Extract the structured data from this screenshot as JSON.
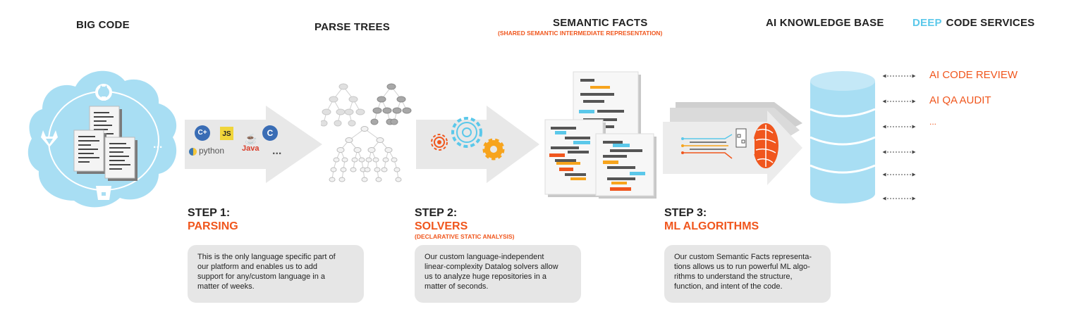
{
  "headers": {
    "big_code": "BIG CODE",
    "parse_trees": "PARSE TREES",
    "semantic_facts": "SEMANTIC FACTS",
    "semantic_facts_sub": "(SHARED SEMANTIC INTERMEDIATE REPRESENTATION)",
    "ai_knowledge_base": "AI KNOWLEDGE BASE",
    "deepcode_part1": "DEEP",
    "deepcode_part2": "CODE",
    "services": "SERVICES"
  },
  "steps": [
    {
      "label": "STEP 1:",
      "name": "PARSING",
      "sub": "",
      "description": "This is the only language specific part of\nour platform and enables us to add\nsupport for any/custom language in a\nmatter of weeks."
    },
    {
      "label": "STEP 2:",
      "name": "SOLVERS",
      "sub": "(DECLARATIVE STATIC ANALYSIS)",
      "description": "Our custom language-independent\nlinear-complexity Datalog solvers allow\nus to analyze huge repositories in a\nmatter of seconds."
    },
    {
      "label": "STEP 3:",
      "name": "ML ALGORITHMS",
      "sub": "",
      "description": "Our custom Semantic Facts representa-\ntions allows us to run powerful ML algo-\nrithms to understand the structure,\nfunction, and intent of the code."
    }
  ],
  "languages": {
    "cpp": "C+",
    "js": "JS",
    "c": "C",
    "python": "python",
    "java": "Java",
    "more": "..."
  },
  "cloud_more": "...",
  "services": [
    "AI CODE REVIEW",
    "AI QA AUDIT",
    "..."
  ],
  "colors": {
    "orange": "#f0561d",
    "blue": "#5bc8ea",
    "cloud": "#a8def3",
    "arrow": "#e8e8e8",
    "text": "#222222"
  }
}
